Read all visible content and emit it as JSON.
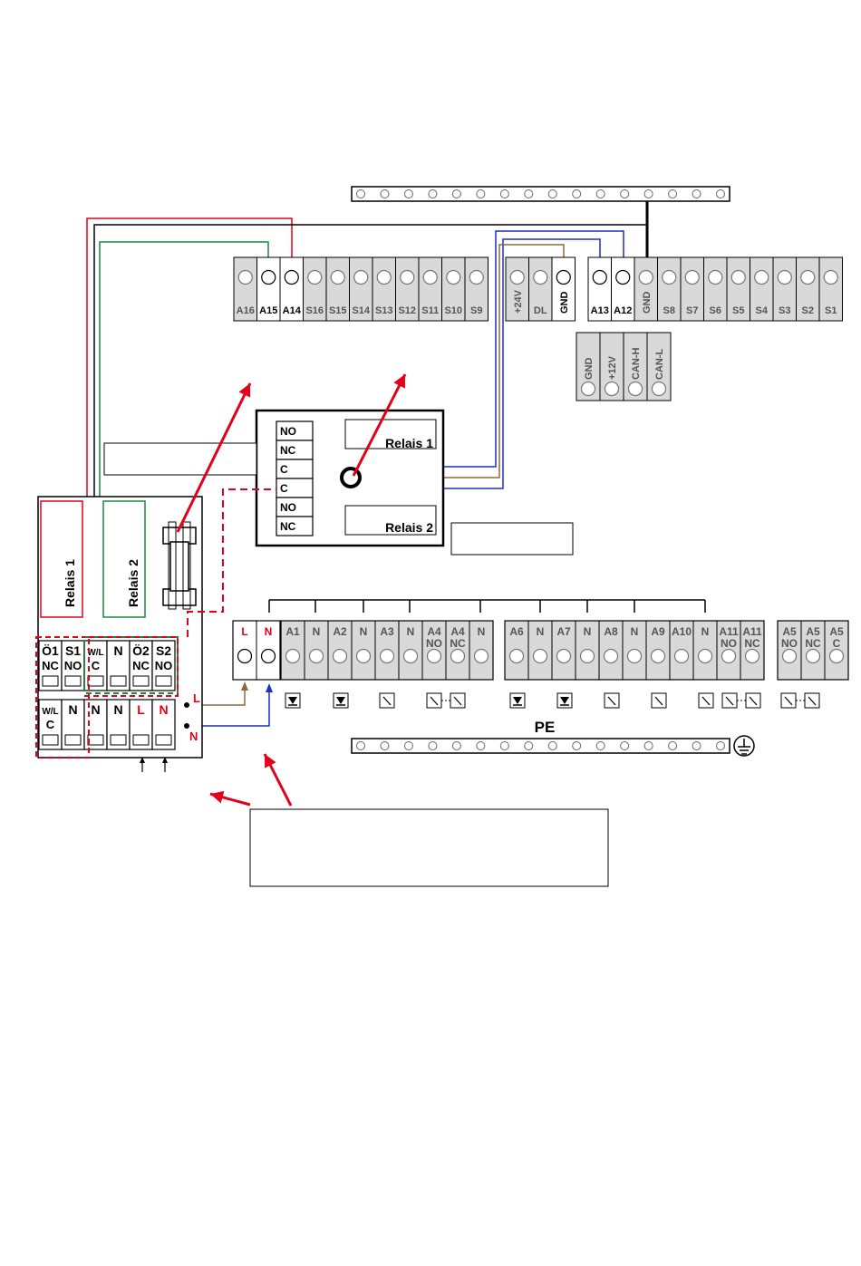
{
  "colors": {
    "red": "#e3001b",
    "green": "#1a8a3a",
    "blue": "#1f2fbf",
    "brown": "#8b6a3e",
    "terminal_gray": "#d9d9d9",
    "black": "#000000"
  },
  "top_row": {
    "left_block": [
      "A16",
      "A15",
      "A14",
      "S16",
      "S15",
      "S14",
      "S13",
      "S12",
      "S11",
      "S10",
      "S9"
    ],
    "mid_block": [
      "+24V",
      "DL",
      "GND"
    ],
    "right_block": [
      "A13",
      "A12",
      "GND",
      "S8",
      "S7",
      "S6",
      "S5",
      "S4",
      "S3",
      "S2",
      "S1"
    ]
  },
  "can_block": [
    "GND",
    "+12V",
    "CAN-H",
    "CAN-L"
  ],
  "relay_board": {
    "terminals": [
      "NO",
      "NC",
      "C",
      "C",
      "NO",
      "NC"
    ],
    "relais1": "Relais 1",
    "relais2": "Relais 2"
  },
  "module": {
    "relais1": "Relais 1",
    "relais2": "Relais 2",
    "row1_top": [
      "Ö1",
      "S1",
      "W/L",
      "N",
      "Ö2",
      "S2"
    ],
    "row1_bot": [
      "NC",
      "NO",
      "C",
      "",
      "NC",
      "NO"
    ],
    "row2_top": [
      "W/L",
      "N",
      "N",
      "N",
      "L",
      "N"
    ],
    "row2_bot": [
      "C",
      "",
      "",
      "",
      "",
      ""
    ],
    "wire_L": "L",
    "wire_N": "N"
  },
  "bottom_row": {
    "power": [
      "L",
      "N"
    ],
    "block1_top": [
      "A1",
      "N",
      "A2",
      "N",
      "A3",
      "N",
      "A4",
      "A4",
      "N"
    ],
    "block1_bot": [
      "",
      "",
      "",
      "",
      "",
      "",
      "NO",
      "NC",
      ""
    ],
    "block2_top": [
      "A6",
      "N",
      "A7",
      "N",
      "A8",
      "N",
      "A9",
      "A10",
      "N",
      "A11",
      "A11"
    ],
    "block2_bot": [
      "",
      "",
      "",
      "",
      "",
      "",
      "",
      "",
      "",
      "NO",
      "NC"
    ],
    "block3_top": [
      "A5",
      "A5",
      "A5"
    ],
    "block3_bot": [
      "NO",
      "NC",
      "C"
    ]
  },
  "pe_label": "PE"
}
